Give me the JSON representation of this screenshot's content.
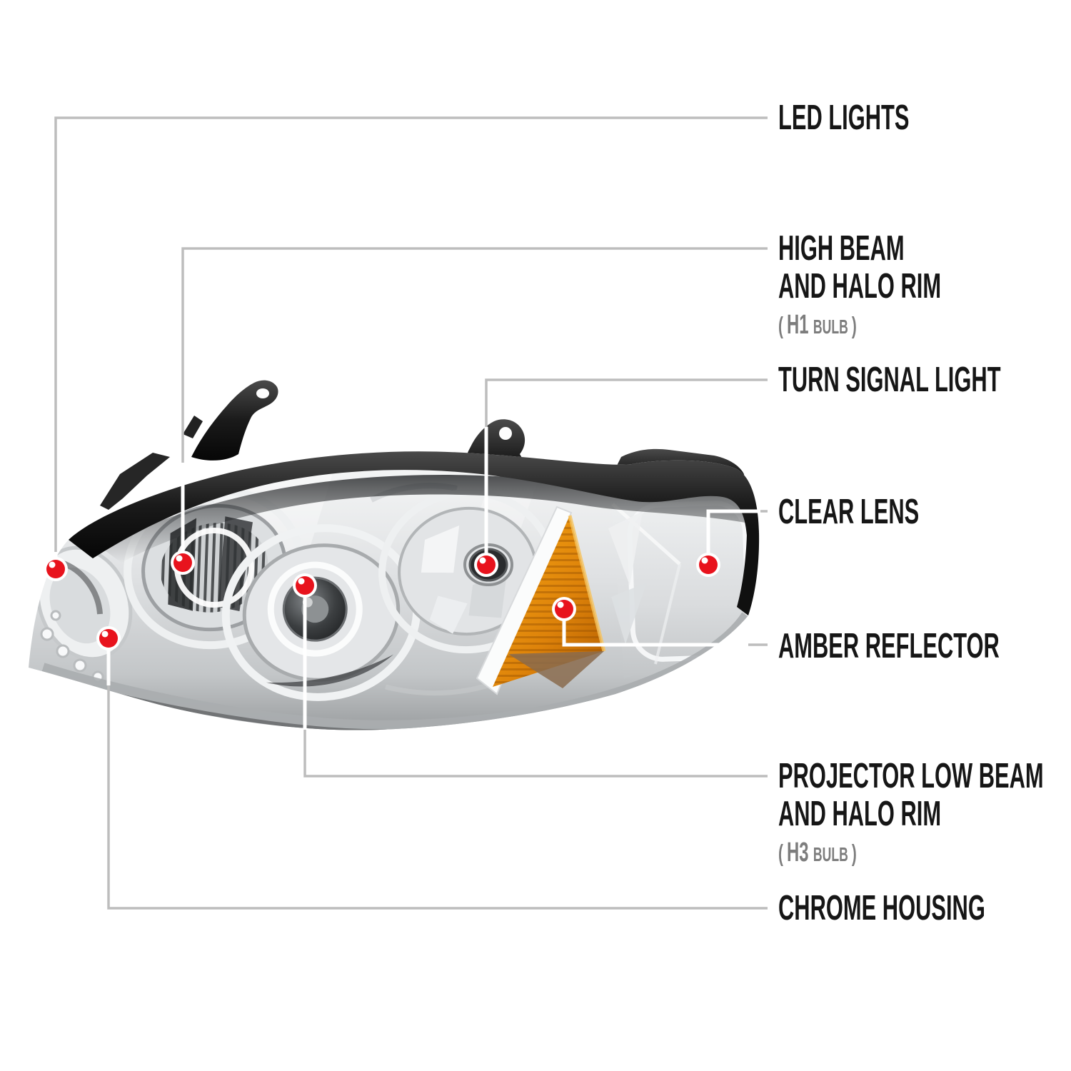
{
  "figure": {
    "kind": "annotated headlight diagram",
    "callouts": "7"
  },
  "colors": {
    "background": "#ffffff",
    "accent_dot_red": "#e8131d",
    "connector_gray": "#bdbdbd",
    "connector_white": "#ffffff",
    "label_black": "#161616",
    "note_gray": "#7d7d7d",
    "amber_reflector": "#dd820a",
    "chrome_silver": "#d6d9db",
    "housing_black": "#1a1a1a"
  },
  "callouts": [
    {
      "id": "led-lights",
      "label_lines": [
        "LED LIGHTS"
      ]
    },
    {
      "id": "high-beam-halo",
      "label_lines": [
        "HIGH BEAM",
        "AND HALO RIM"
      ],
      "bulb_note": {
        "open": "(",
        "code": "H1",
        "word": "BULB",
        "close": ")"
      }
    },
    {
      "id": "turn-signal-light",
      "label_lines": [
        "TURN SIGNAL LIGHT"
      ]
    },
    {
      "id": "clear-lens",
      "label_lines": [
        "CLEAR LENS"
      ]
    },
    {
      "id": "amber-reflector",
      "label_lines": [
        "AMBER REFLECTOR"
      ]
    },
    {
      "id": "projector-low-beam-halo",
      "label_lines": [
        "PROJECTOR LOW BEAM",
        "AND HALO RIM"
      ],
      "bulb_note": {
        "open": "(",
        "code": "H3",
        "word": "BULB",
        "close": ")"
      }
    },
    {
      "id": "chrome-housing",
      "label_lines": [
        "CHROME HOUSING"
      ]
    }
  ]
}
